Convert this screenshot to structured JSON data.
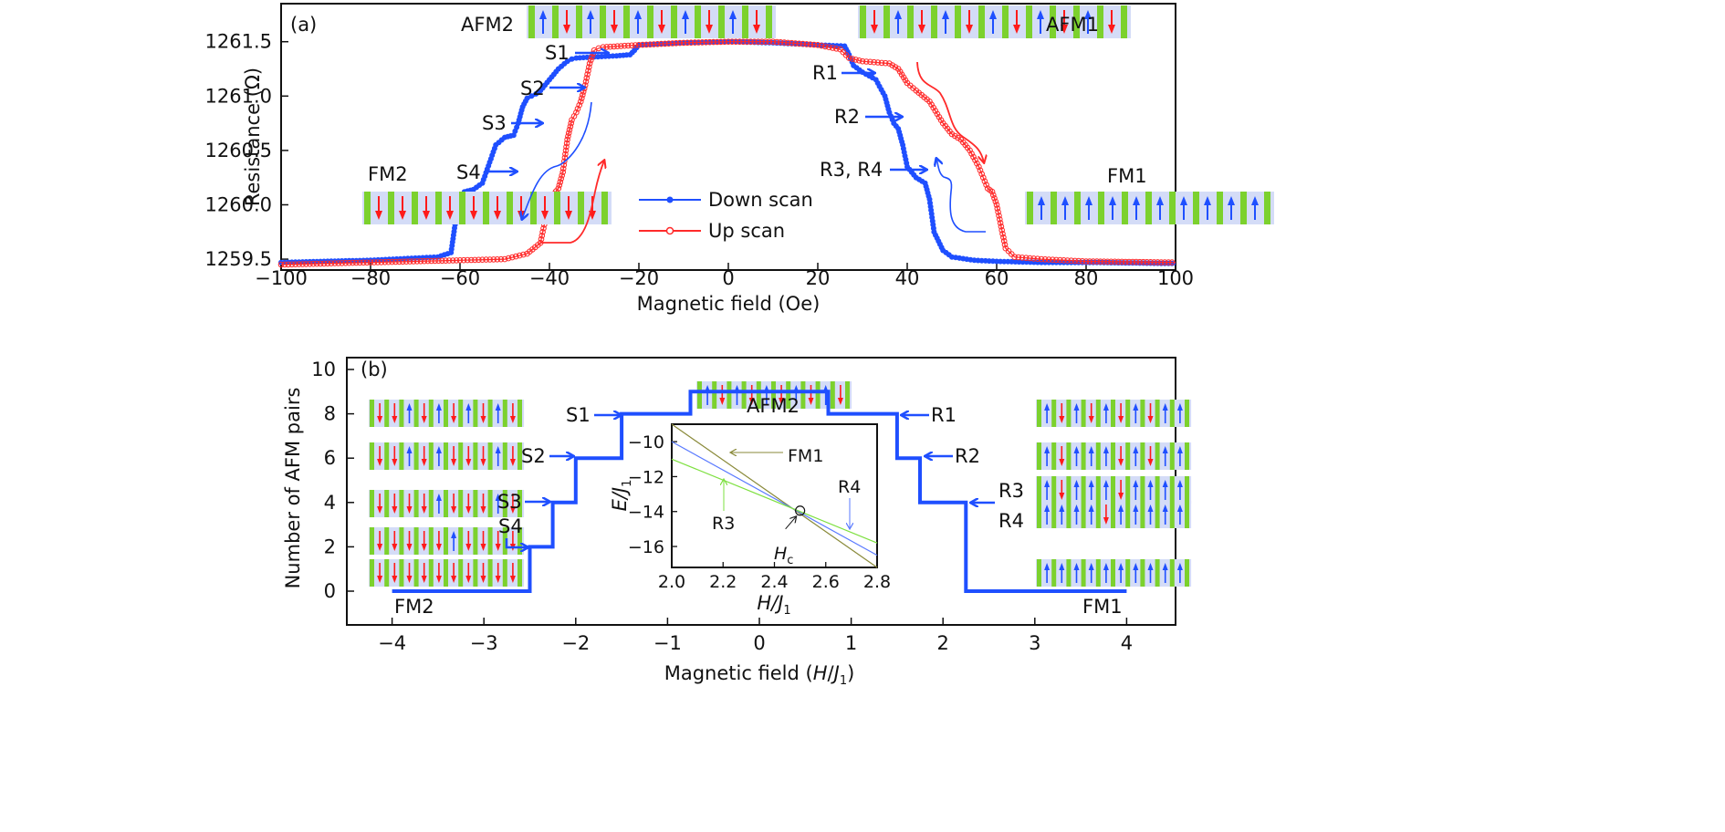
{
  "chart_data": [
    {
      "panel": "(a)",
      "type": "line",
      "xlabel": "Magnetic field (Oe)",
      "ylabel": "Resistance (Ω)",
      "xlim": [
        -100,
        100
      ],
      "ylim": [
        1259.4,
        1261.85
      ],
      "xticks": [
        -100,
        -80,
        -60,
        -40,
        -20,
        0,
        20,
        40,
        60,
        80,
        100
      ],
      "xtick_labels": [
        "−100",
        "−80",
        "−60",
        "−40",
        "−20",
        "0",
        "20",
        "40",
        "60",
        "80",
        "100"
      ],
      "yticks": [
        1259.5,
        1260.0,
        1260.5,
        1261.0,
        1261.5
      ],
      "ytick_labels": [
        "1259.5",
        "1260.0",
        "1260.5",
        "1261.0",
        "1261.5"
      ],
      "legend": {
        "position": "center-bottom",
        "entries": [
          {
            "label": "Down scan",
            "color": "#1f4fff",
            "marker": "filled-circle"
          },
          {
            "label": "Up scan",
            "color": "#ff2a2a",
            "marker": "open-circle"
          }
        ]
      },
      "series": [
        {
          "name": "Down scan",
          "color": "#1f4fff",
          "x": [
            -100,
            -80,
            -65,
            -62,
            -61,
            -60,
            -59,
            -57,
            -55,
            -52,
            -50,
            -48,
            -47,
            -46,
            -45,
            -44,
            -43,
            -42,
            -40,
            -38,
            -36,
            -35,
            -34,
            -30,
            -25,
            -22,
            -21,
            -20,
            -10,
            0,
            10,
            20,
            26,
            27,
            28,
            30,
            33,
            35,
            36,
            37,
            38,
            39,
            40,
            42,
            44,
            45,
            46,
            48,
            50,
            55,
            60,
            70,
            80,
            100
          ],
          "y": [
            1259.47,
            1259.49,
            1259.52,
            1259.56,
            1259.85,
            1260.05,
            1260.12,
            1260.14,
            1260.2,
            1260.55,
            1260.62,
            1260.64,
            1260.75,
            1260.9,
            1260.98,
            1261.0,
            1261.02,
            1261.05,
            1261.15,
            1261.25,
            1261.32,
            1261.34,
            1261.35,
            1261.36,
            1261.37,
            1261.38,
            1261.42,
            1261.47,
            1261.49,
            1261.5,
            1261.49,
            1261.47,
            1261.46,
            1261.38,
            1261.28,
            1261.22,
            1261.15,
            1261.0,
            1260.85,
            1260.75,
            1260.7,
            1260.55,
            1260.35,
            1260.25,
            1260.2,
            1260.05,
            1259.75,
            1259.58,
            1259.52,
            1259.49,
            1259.48,
            1259.47,
            1259.47,
            1259.46
          ]
        },
        {
          "name": "Up scan",
          "color": "#ff2a2a",
          "x": [
            -100,
            -80,
            -60,
            -50,
            -45,
            -42,
            -41,
            -40,
            -39,
            -38,
            -37,
            -36,
            -35,
            -34,
            -33,
            -32,
            -31,
            -30,
            -29,
            -28,
            -20,
            -10,
            0,
            10,
            20,
            25,
            27,
            30,
            36,
            38,
            40,
            42,
            45,
            48,
            50,
            52,
            54,
            56,
            58,
            59,
            60,
            61,
            62,
            64,
            70,
            80,
            100
          ],
          "y": [
            1259.45,
            1259.47,
            1259.49,
            1259.5,
            1259.55,
            1259.65,
            1259.85,
            1260.05,
            1260.1,
            1260.15,
            1260.3,
            1260.6,
            1260.78,
            1260.85,
            1260.95,
            1261.1,
            1261.3,
            1261.42,
            1261.44,
            1261.45,
            1261.47,
            1261.49,
            1261.5,
            1261.5,
            1261.47,
            1261.43,
            1261.35,
            1261.32,
            1261.3,
            1261.25,
            1261.12,
            1261.05,
            1260.95,
            1260.75,
            1260.65,
            1260.6,
            1260.5,
            1260.35,
            1260.15,
            1260.12,
            1260.0,
            1259.8,
            1259.6,
            1259.52,
            1259.5,
            1259.48,
            1259.47
          ]
        }
      ],
      "annotations": [
        {
          "text": "(a)",
          "kind": "panel-label"
        },
        {
          "text": "AFM2",
          "kind": "state"
        },
        {
          "text": "AFM1",
          "kind": "state"
        },
        {
          "text": "FM2",
          "kind": "state"
        },
        {
          "text": "FM1",
          "kind": "state"
        },
        {
          "text": "S1",
          "x": -34,
          "y": 1261.36
        },
        {
          "text": "S2",
          "x": -46,
          "y": 1261.0
        },
        {
          "text": "S3",
          "x": -52,
          "y": 1260.62
        },
        {
          "text": "S4",
          "x": -57,
          "y": 1260.14
        },
        {
          "text": "R1",
          "x": 33,
          "y": 1261.15
        },
        {
          "text": "R2",
          "x": 37,
          "y": 1260.75
        },
        {
          "text": "R3, R4",
          "x": 40,
          "y": 1260.3
        }
      ],
      "spin_diagrams": {
        "AFM2": [
          "up",
          "down",
          "up",
          "down",
          "up",
          "down",
          "up",
          "down",
          "up",
          "down"
        ],
        "AFM1": [
          "down",
          "up",
          "down",
          "up",
          "down",
          "up",
          "down",
          "up",
          "down",
          "up",
          "down"
        ],
        "FM2": [
          "down",
          "down",
          "down",
          "down",
          "down",
          "down",
          "down",
          "down",
          "down",
          "down"
        ],
        "FM1": [
          "up",
          "up",
          "up",
          "up",
          "up",
          "up",
          "up",
          "up",
          "up",
          "up"
        ]
      }
    },
    {
      "panel": "(b)",
      "type": "line",
      "xlabel": "Magnetic field (H/J1)",
      "xlabel_parts": [
        "Magnetic field (",
        "H",
        "/",
        "J",
        "1",
        ")"
      ],
      "ylabel": "Number of AFM pairs",
      "xlim": [
        -4.5,
        4.5
      ],
      "ylim": [
        -1.2,
        10.8
      ],
      "xticks": [
        -4,
        -3,
        -2,
        -1,
        0,
        1,
        2,
        3,
        4
      ],
      "xtick_labels": [
        "−4",
        "−3",
        "−2",
        "−1",
        "0",
        "1",
        "2",
        "3",
        "4"
      ],
      "yticks": [
        0,
        2,
        4,
        6,
        8,
        10
      ],
      "ytick_labels": [
        "0",
        "2",
        "4",
        "6",
        "8",
        "10"
      ],
      "series": [
        {
          "name": "AFM pairs",
          "color": "#1f4fff",
          "x": [
            -4,
            -2.5,
            -2.5,
            -2.25,
            -2.25,
            -2.0,
            -2.0,
            -1.5,
            -1.5,
            -0.75,
            -0.75,
            0.75,
            0.75,
            1.5,
            1.5,
            1.75,
            1.75,
            2.25,
            2.25,
            4
          ],
          "y": [
            0,
            0,
            2,
            2,
            4,
            4,
            6,
            6,
            8,
            8,
            9,
            9,
            8,
            8,
            6,
            6,
            4,
            4,
            0,
            0
          ]
        }
      ],
      "annotations": [
        {
          "text": "(b)",
          "kind": "panel-label"
        },
        {
          "text": "AFM2",
          "kind": "state"
        },
        {
          "text": "FM2",
          "kind": "state"
        },
        {
          "text": "FM1",
          "kind": "state"
        },
        {
          "text": "S1",
          "x": -1.5,
          "y": 8
        },
        {
          "text": "S2",
          "x": -2.0,
          "y": 6
        },
        {
          "text": "S3",
          "x": -2.25,
          "y": 4
        },
        {
          "text": "S4",
          "x": -2.5,
          "y": 2
        },
        {
          "text": "R1",
          "x": 1.5,
          "y": 8
        },
        {
          "text": "R2",
          "x": 1.75,
          "y": 6
        },
        {
          "text": "R3",
          "x": 2.25,
          "y": 4
        },
        {
          "text": "R4",
          "x": 2.25,
          "y": 4
        }
      ],
      "spin_diagrams": {
        "top": [
          "up",
          "down",
          "up",
          "down",
          "up",
          "down",
          "up",
          "down",
          "up",
          "down"
        ],
        "left": [
          [
            "down",
            "down",
            "up",
            "down",
            "up",
            "down",
            "up",
            "down",
            "up",
            "down"
          ],
          [
            "down",
            "down",
            "up",
            "down",
            "up",
            "down",
            "down",
            "down",
            "up",
            "down"
          ],
          [
            "down",
            "down",
            "down",
            "down",
            "up",
            "down",
            "down",
            "down",
            "up",
            "down"
          ],
          [
            "down",
            "down",
            "down",
            "down",
            "down",
            "up",
            "down",
            "down",
            "down",
            "down"
          ],
          [
            "down",
            "down",
            "down",
            "down",
            "down",
            "down",
            "down",
            "down",
            "down",
            "down"
          ]
        ],
        "right": [
          [
            "up",
            "down",
            "up",
            "down",
            "up",
            "down",
            "up",
            "down",
            "up",
            "up"
          ],
          [
            "up",
            "down",
            "up",
            "up",
            "up",
            "down",
            "up",
            "down",
            "up",
            "up"
          ],
          [
            "up",
            "down",
            "up",
            "up",
            "up",
            "down",
            "up",
            "up",
            "up",
            "up"
          ],
          [
            "up",
            "up",
            "up",
            "up",
            "down",
            "up",
            "up",
            "up",
            "up",
            "up"
          ],
          [
            "up",
            "up",
            "up",
            "up",
            "up",
            "up",
            "up",
            "up",
            "up",
            "up"
          ]
        ]
      },
      "inset": {
        "type": "line",
        "xlabel": "H/J1",
        "ylabel": "E/J1",
        "xlim": [
          2.0,
          2.8
        ],
        "ylim": [
          -17.2,
          -9.0
        ],
        "xticks": [
          2.0,
          2.2,
          2.4,
          2.6,
          2.8
        ],
        "xtick_labels": [
          "2.0",
          "2.2",
          "2.4",
          "2.6",
          "2.8"
        ],
        "yticks": [
          -10,
          -12,
          -14,
          -16
        ],
        "ytick_labels": [
          "−10",
          "−12",
          "−14",
          "−16"
        ],
        "series": [
          {
            "name": "FM1",
            "color": "#8a8a3a",
            "x": [
              2.0,
              2.8
            ],
            "y": [
              -9.0,
              -17.2
            ]
          },
          {
            "name": "R4",
            "color": "#5a7aff",
            "x": [
              2.0,
              2.8
            ],
            "y": [
              -10.0,
              -16.5
            ]
          },
          {
            "name": "R3",
            "color": "#7ee040",
            "x": [
              2.0,
              2.8
            ],
            "y": [
              -11.0,
              -15.8
            ]
          }
        ],
        "annotations": [
          {
            "text": "FM1",
            "x": 2.35,
            "y": -10.8
          },
          {
            "text": "R3",
            "x": 2.2,
            "y": -15.0
          },
          {
            "text": "R4",
            "x": 2.69,
            "y": -13.2
          },
          {
            "text": "Hc",
            "x": 2.5,
            "y": -16.5,
            "marker_x": 2.5,
            "marker_y": -13.95
          }
        ]
      }
    }
  ]
}
